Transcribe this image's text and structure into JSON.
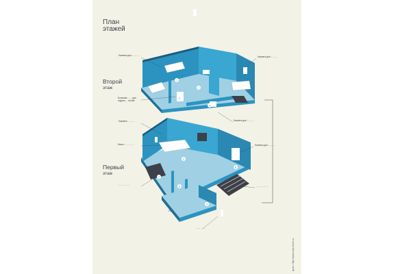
{
  "title": {
    "line1": "План",
    "line2": "этажей"
  },
  "upper_floor": {
    "line1": "Второй",
    "line2": "этаж"
  },
  "lower_floor": {
    "line1": "Первый",
    "line2": "этаж"
  },
  "labels": [
    {
      "id": "l1",
      "text": "Комната для ... ... ..."
    },
    {
      "id": "l2",
      "text": "Комната для ... ... ..."
    },
    {
      "id": "l3",
      "text": "Большая ... ... для отдыха ... гостей"
    },
    {
      "id": "l4",
      "text": "Комната ... ... ..."
    },
    {
      "id": "l5",
      "text": "Комната для ... ... ..."
    },
    {
      "id": "l6",
      "text": "Место ... ... ... ..."
    },
    {
      "id": "l7",
      "text": "Комната для ... ... ..."
    },
    {
      "id": "l8",
      "text": "... ... ... ... ..."
    },
    {
      "id": "l9",
      "text": "... ... ... ... ..."
    },
    {
      "id": "l10",
      "text": "Гараж"
    },
    {
      "id": "l11",
      "text": "... ... ... ..."
    }
  ],
  "room_numbers": [
    "1",
    "2",
    "3",
    "4",
    "5",
    "6",
    "7",
    "8",
    "9"
  ],
  "source": "фото: http://www.real-home.ru",
  "colors": {
    "wall": "#2c93c0",
    "wall_dark": "#1f6f96",
    "floor": "#9fd0e4",
    "poster": "#f3f2e6",
    "text": "#3d4048"
  }
}
